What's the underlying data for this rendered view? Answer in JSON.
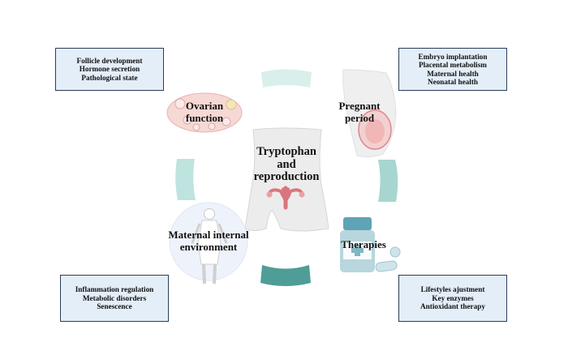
{
  "center": {
    "lines": [
      "Tryptophan",
      "and",
      "reproduction"
    ]
  },
  "sections": {
    "ovarian": {
      "label": [
        "Ovarian",
        "function"
      ],
      "box": [
        "Follicle development",
        "Hormone secretion",
        "Pathological state"
      ]
    },
    "pregnant": {
      "label": [
        "Pregnant",
        "period"
      ],
      "box": [
        "Embryo implantation",
        "Placental metabolism",
        "Maternal health",
        "Neonatal health"
      ]
    },
    "maternal": {
      "label": [
        "Maternal internal",
        "environment"
      ],
      "box": [
        "Inflammation regulation",
        "Metabolic disorders",
        "Senescence"
      ]
    },
    "therapies": {
      "label": [
        "Therapies"
      ],
      "box": [
        "Lifestyles ajustment",
        "Key enzymes",
        "Antioxidant therapy"
      ]
    }
  },
  "colors": {
    "arc_light": "#d9efec",
    "arc_mid": "#b9e0db",
    "arc_dark": "#4e9d96",
    "box_fill": "#e3eef8",
    "box_border": "#2b3d57",
    "uterus": "#d9757c"
  }
}
